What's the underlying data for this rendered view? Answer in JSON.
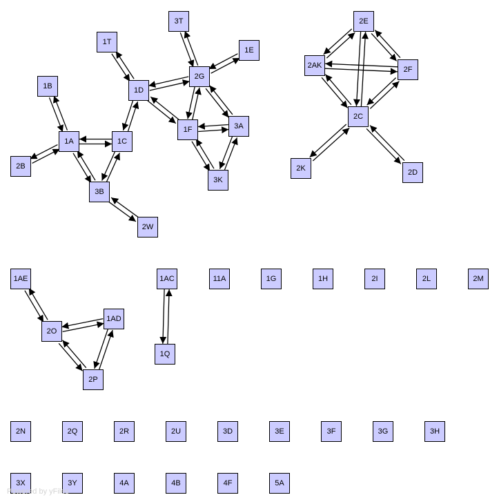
{
  "watermark": "Powered by yFiles",
  "colors": {
    "node_fill": "#ccccff",
    "node_border": "#000000",
    "edge": "#000000"
  },
  "nodes": [
    {
      "id": "1A",
      "label": "1A"
    },
    {
      "id": "1B",
      "label": "1B"
    },
    {
      "id": "2B",
      "label": "2B"
    },
    {
      "id": "1C",
      "label": "1C"
    },
    {
      "id": "3B",
      "label": "3B"
    },
    {
      "id": "2W",
      "label": "2W"
    },
    {
      "id": "1D",
      "label": "1D"
    },
    {
      "id": "1T",
      "label": "1T"
    },
    {
      "id": "3T",
      "label": "3T"
    },
    {
      "id": "2G",
      "label": "2G"
    },
    {
      "id": "1E",
      "label": "1E"
    },
    {
      "id": "1F",
      "label": "1F"
    },
    {
      "id": "3A",
      "label": "3A"
    },
    {
      "id": "3K",
      "label": "3K"
    },
    {
      "id": "2E",
      "label": "2E"
    },
    {
      "id": "2AK",
      "label": "2AK"
    },
    {
      "id": "2F",
      "label": "2F"
    },
    {
      "id": "2C",
      "label": "2C"
    },
    {
      "id": "2K",
      "label": "2K"
    },
    {
      "id": "2D",
      "label": "2D"
    },
    {
      "id": "1AE",
      "label": "1AE"
    },
    {
      "id": "1AC",
      "label": "1AC"
    },
    {
      "id": "11A",
      "label": "11A"
    },
    {
      "id": "1G",
      "label": "1G"
    },
    {
      "id": "1H",
      "label": "1H"
    },
    {
      "id": "2I",
      "label": "2I"
    },
    {
      "id": "2L",
      "label": "2L"
    },
    {
      "id": "2M",
      "label": "2M"
    },
    {
      "id": "2O",
      "label": "2O"
    },
    {
      "id": "1AD",
      "label": "1AD"
    },
    {
      "id": "2P",
      "label": "2P"
    },
    {
      "id": "1Q",
      "label": "1Q"
    },
    {
      "id": "2N",
      "label": "2N"
    },
    {
      "id": "2Q",
      "label": "2Q"
    },
    {
      "id": "2R",
      "label": "2R"
    },
    {
      "id": "2U",
      "label": "2U"
    },
    {
      "id": "3D",
      "label": "3D"
    },
    {
      "id": "3E",
      "label": "3E"
    },
    {
      "id": "3F",
      "label": "3F"
    },
    {
      "id": "3G",
      "label": "3G"
    },
    {
      "id": "3H",
      "label": "3H"
    },
    {
      "id": "3X",
      "label": "3X"
    },
    {
      "id": "3Y",
      "label": "3Y"
    },
    {
      "id": "4A",
      "label": "4A"
    },
    {
      "id": "4B",
      "label": "4B"
    },
    {
      "id": "4F",
      "label": "4F"
    },
    {
      "id": "5A",
      "label": "5A"
    }
  ],
  "edges": [
    [
      "1A",
      "1B"
    ],
    [
      "1B",
      "1A"
    ],
    [
      "1A",
      "2B"
    ],
    [
      "2B",
      "1A"
    ],
    [
      "1A",
      "1C"
    ],
    [
      "1C",
      "1A"
    ],
    [
      "1A",
      "3B"
    ],
    [
      "3B",
      "1A"
    ],
    [
      "1C",
      "3B"
    ],
    [
      "3B",
      "1C"
    ],
    [
      "3B",
      "2W"
    ],
    [
      "2W",
      "3B"
    ],
    [
      "1C",
      "1D"
    ],
    [
      "1D",
      "1C"
    ],
    [
      "1T",
      "1D"
    ],
    [
      "1D",
      "1T"
    ],
    [
      "1D",
      "2G"
    ],
    [
      "2G",
      "1D"
    ],
    [
      "1D",
      "1F"
    ],
    [
      "1F",
      "1D"
    ],
    [
      "3T",
      "2G"
    ],
    [
      "2G",
      "3T"
    ],
    [
      "2G",
      "1E"
    ],
    [
      "1E",
      "2G"
    ],
    [
      "2G",
      "1F"
    ],
    [
      "1F",
      "2G"
    ],
    [
      "2G",
      "3A"
    ],
    [
      "3A",
      "2G"
    ],
    [
      "1F",
      "3A"
    ],
    [
      "3A",
      "1F"
    ],
    [
      "1F",
      "3K"
    ],
    [
      "3K",
      "1F"
    ],
    [
      "3A",
      "3K"
    ],
    [
      "3K",
      "3A"
    ],
    [
      "2E",
      "2AK"
    ],
    [
      "2AK",
      "2E"
    ],
    [
      "2E",
      "2F"
    ],
    [
      "2F",
      "2E"
    ],
    [
      "2E",
      "2C"
    ],
    [
      "2C",
      "2E"
    ],
    [
      "2AK",
      "2F"
    ],
    [
      "2F",
      "2AK"
    ],
    [
      "2AK",
      "2C"
    ],
    [
      "2C",
      "2AK"
    ],
    [
      "2F",
      "2C"
    ],
    [
      "2C",
      "2F"
    ],
    [
      "2C",
      "2K"
    ],
    [
      "2K",
      "2C"
    ],
    [
      "2C",
      "2D"
    ],
    [
      "2D",
      "2C"
    ],
    [
      "1AE",
      "2O"
    ],
    [
      "2O",
      "1AE"
    ],
    [
      "2O",
      "1AD"
    ],
    [
      "1AD",
      "2O"
    ],
    [
      "2O",
      "2P"
    ],
    [
      "2P",
      "2O"
    ],
    [
      "1AD",
      "2P"
    ],
    [
      "2P",
      "1AD"
    ],
    [
      "1AC",
      "1Q"
    ],
    [
      "1Q",
      "1AC"
    ]
  ]
}
